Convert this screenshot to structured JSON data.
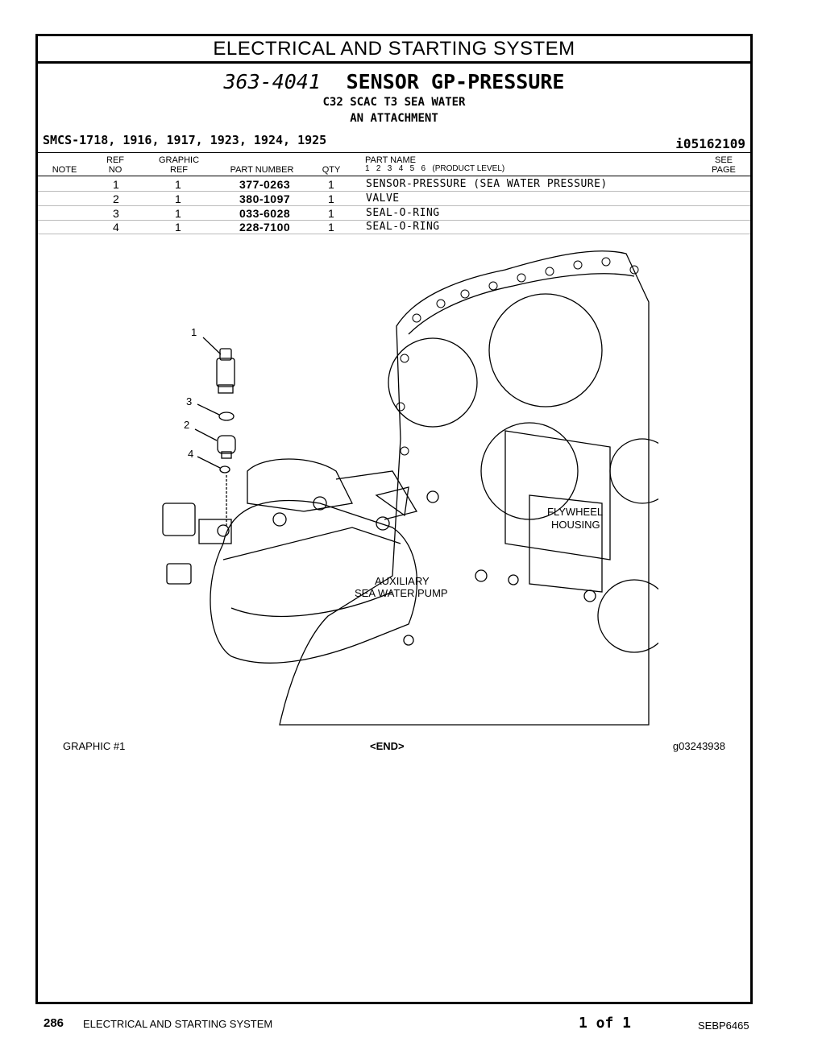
{
  "header": {
    "section_title": "ELECTRICAL AND STARTING SYSTEM",
    "group_number": "363-4041",
    "group_name": "SENSOR GP-PRESSURE",
    "subtitle1": "C32 SCAC T3 SEA WATER",
    "subtitle2": "AN ATTACHMENT",
    "smcs": "SMCS-1718, 1916, 1917, 1923, 1924, 1925",
    "illustration_id": "i05162109"
  },
  "columns": {
    "note": "NOTE",
    "ref_top": "REF",
    "ref_bottom": "NO",
    "graphic_top": "GRAPHIC",
    "graphic_bottom": "REF",
    "part_number": "PART NUMBER",
    "qty": "QTY",
    "part_name": "PART NAME",
    "product_levels": "1   2   3   4   5   6   (PRODUCT LEVEL)",
    "see_top": "SEE",
    "see_bottom": "PAGE"
  },
  "parts": [
    {
      "ref": "1",
      "graphic": "1",
      "part_number": "377-0263",
      "qty": "1",
      "name": "SENSOR-PRESSURE (SEA WATER PRESSURE)"
    },
    {
      "ref": "2",
      "graphic": "1",
      "part_number": "380-1097",
      "qty": "1",
      "name": "VALVE"
    },
    {
      "ref": "3",
      "graphic": "1",
      "part_number": "033-6028",
      "qty": "1",
      "name": "SEAL-O-RING"
    },
    {
      "ref": "4",
      "graphic": "1",
      "part_number": "228-7100",
      "qty": "1",
      "name": "SEAL-O-RING"
    }
  ],
  "graphic": {
    "callouts": [
      "1",
      "3",
      "2",
      "4"
    ],
    "label_flywheel_1": "FLYWHEEL",
    "label_flywheel_2": "HOUSING",
    "label_pump_1": "AUXILIARY",
    "label_pump_2": "SEA WATER PUMP"
  },
  "graphic_footer": {
    "left": "GRAPHIC #1",
    "center": "<END>",
    "right": "g03243938"
  },
  "page_footer": {
    "page_number": "286",
    "section": "ELECTRICAL AND STARTING SYSTEM",
    "page_count": "1 of 1",
    "doc_id": "SEBP6465"
  }
}
